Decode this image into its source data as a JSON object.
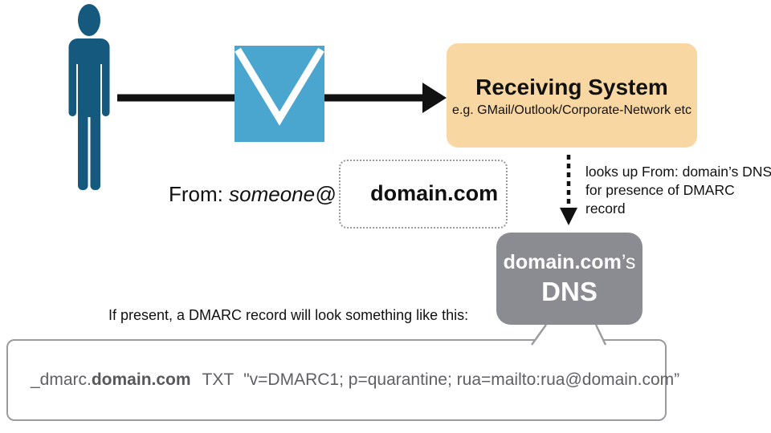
{
  "colors": {
    "person_blue": "#15597F",
    "envelope_blue": "#4BA6CF",
    "receiving_box_fill": "#F9D7A2",
    "dns_box_fill": "#8B8B92",
    "record_box_border": "#9B9B9F",
    "record_text_gray": "#606064",
    "arrow_black": "#111111"
  },
  "email": {
    "from_label": "From: ",
    "from_user": "someone@",
    "from_domain": "domain.com"
  },
  "receiving_system": {
    "title": "Receiving System",
    "subtitle": "e.g. GMail/Outlook/Corporate-Network etc"
  },
  "lookup_note": {
    "line1": "looks up From: domain’s DNS",
    "line2": "for presence of DMARC record"
  },
  "dns": {
    "domain": "domain.com",
    "suffix": "’s",
    "label": "DNS"
  },
  "record_caption": "If present, a DMARC record will look something like this:",
  "record": {
    "host_prefix": "_dmarc.",
    "host_domain": "domain.com",
    "rr_type": "TXT",
    "value": "\"v=DMARC1; p=quarantine; rua=mailto:rua@domain.com”"
  }
}
